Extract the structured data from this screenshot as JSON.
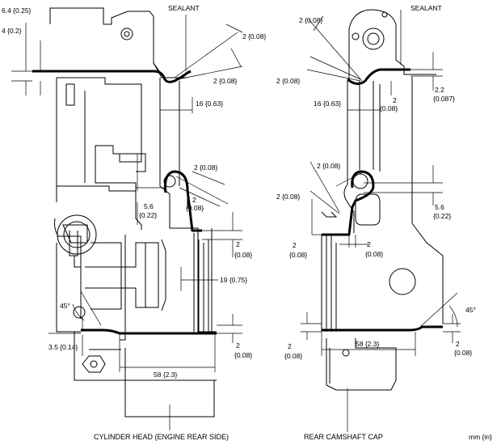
{
  "left_view": {
    "caption": "CYLINDER HEAD (ENGINE REAR SIDE)",
    "sealant_label": "SEALANT",
    "dimensions": {
      "d_6_4": "6.4 {0.25}",
      "d_4": "4 {0.2}",
      "d_2_top_a": "2 {0.08}",
      "d_2_top_b": "2 {0.08}",
      "d_16": "16 {0.63}",
      "d_2_mid_a": "2 {0.08}",
      "d_2_mid_b_1": "2",
      "d_2_mid_b_2": "{0.08}",
      "d_5_6_1": "5.6",
      "d_5_6_2": "{0.22}",
      "d_2_right_1": "2",
      "d_2_right_2": "{0.08}",
      "d_19": "19 {0.75}",
      "d_45": "45°",
      "d_3_5": "3.5 {0.14}",
      "d_2_bottom_1": "2",
      "d_2_bottom_2": "{0.08}",
      "d_58": "58 {2.3}"
    }
  },
  "right_view": {
    "caption": "REAR CAMSHAFT CAP",
    "sealant_label": "SEALANT",
    "dimensions": {
      "d_2_top_a": "2 {0.08}",
      "d_2_top_b": "2 {0.08}",
      "d_2_2_1": "2.2",
      "d_2_2_2": "{0.087}",
      "d_16": "16 {0.63}",
      "d_2_top_c_1": "2",
      "d_2_top_c_2": "{0.08}",
      "d_2_mid_a": "2 {0.08}",
      "d_2_mid_b": "2 {0.08}",
      "d_5_6_1": "5.6",
      "d_5_6_2": "{0.22}",
      "d_2_left_1": "2",
      "d_2_left_2": "{0.08}",
      "d_2_center_1": "2",
      "d_2_center_2": "{0.08}",
      "d_45": "45°",
      "d_2_br_1": "2",
      "d_2_br_2": "{0.08}",
      "d_2_bl_1": "2",
      "d_2_bl_2": "{0.08}",
      "d_58": "58 {2.3}"
    }
  },
  "unit_label": "mm {in}"
}
